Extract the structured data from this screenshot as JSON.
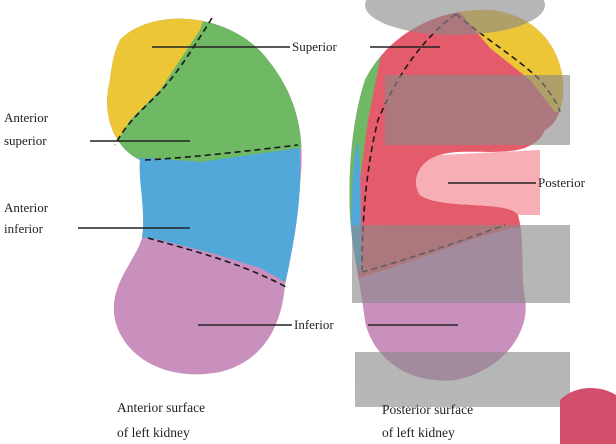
{
  "labels": {
    "superior": "Superior",
    "anterior_superior_1": "Anterior",
    "anterior_superior_2": "superior",
    "anterior_inferior_1": "Anterior",
    "anterior_inferior_2": "inferior",
    "posterior": "Posterior",
    "inferior": "Inferior"
  },
  "captions": {
    "anterior_1": "Anterior surface",
    "anterior_2": "of left kidney",
    "posterior_1": "Posterior surface",
    "posterior_2": "of left kidney"
  },
  "colors": {
    "superior_segment": "#ecc636",
    "anterior_superior_segment": "#6fb864",
    "anterior_inferior_segment": "#52a9d9",
    "inferior_segment": "#c98fbd",
    "posterior_segment": "#e45c6b",
    "overlay_gray": "#8a8a8a"
  }
}
